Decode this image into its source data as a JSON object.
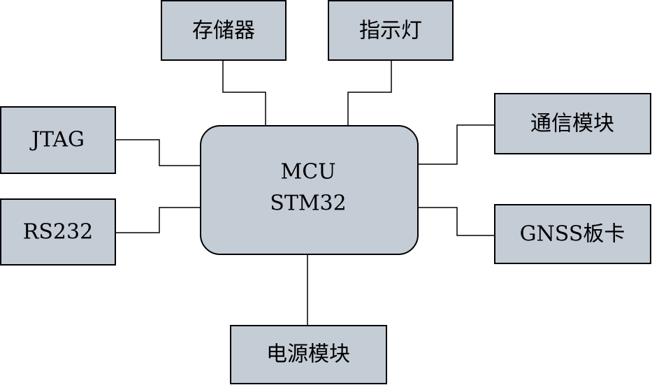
{
  "diagram": {
    "mcu": {
      "line1": "MCU",
      "line2": "STM32"
    },
    "storage": "存储器",
    "indicator": "指示灯",
    "jtag": "JTAG",
    "rs232": "RS232",
    "comm_module": "通信模块",
    "gnss_board": "GNSS板卡",
    "power_module": "电源模块"
  }
}
